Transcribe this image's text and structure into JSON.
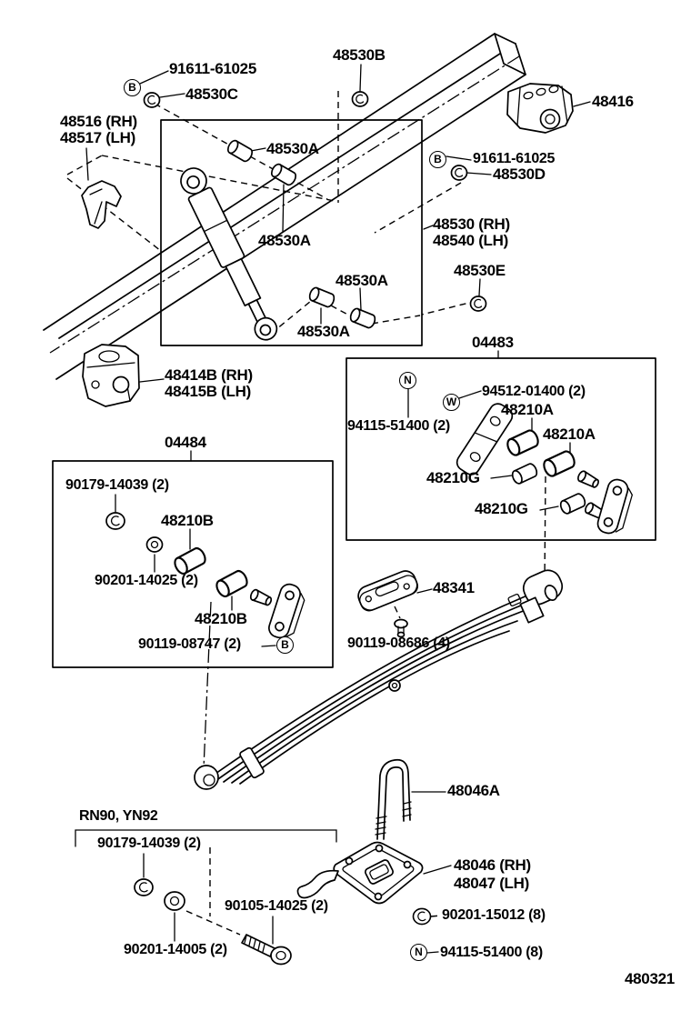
{
  "page": {
    "code_label": "480321",
    "ink": "#000000",
    "paper": "#ffffff"
  },
  "callouts": {
    "b": "B",
    "n": "N",
    "w": "W"
  },
  "labels": [
    {
      "id": "bolt-91611-top",
      "text": "91611-61025"
    },
    {
      "id": "part-48530B",
      "text": "48530B"
    },
    {
      "id": "part-48530C",
      "text": "48530C"
    },
    {
      "id": "part-48516-rh",
      "text": "48516 (RH)"
    },
    {
      "id": "part-48517-lh",
      "text": "48517 (LH)"
    },
    {
      "id": "part-48530A-1",
      "text": "48530A"
    },
    {
      "id": "part-48416",
      "text": "48416"
    },
    {
      "id": "bolt-91611-2",
      "text": "91611-61025"
    },
    {
      "id": "part-48530D",
      "text": "48530D"
    },
    {
      "id": "part-48530-rh",
      "text": "48530 (RH)"
    },
    {
      "id": "part-48540-lh",
      "text": "48540 (LH)"
    },
    {
      "id": "part-48530A-2",
      "text": "48530A"
    },
    {
      "id": "part-48530E",
      "text": "48530E"
    },
    {
      "id": "part-48530A-3",
      "text": "48530A"
    },
    {
      "id": "part-48530A-4",
      "text": "48530A"
    },
    {
      "id": "assy-04483",
      "text": "04483"
    },
    {
      "id": "part-48414B-rh",
      "text": "48414B (RH)"
    },
    {
      "id": "part-48415B-lh",
      "text": "48415B (LH)"
    },
    {
      "id": "part-94512-01400",
      "text": "94512-01400 (2)"
    },
    {
      "id": "part-48210A-1",
      "text": "48210A"
    },
    {
      "id": "part-94115-51400-2",
      "text": "94115-51400 (2)"
    },
    {
      "id": "part-48210A-2",
      "text": "48210A"
    },
    {
      "id": "assy-04484",
      "text": "04484"
    },
    {
      "id": "part-48210G-1",
      "text": "48210G"
    },
    {
      "id": "part-90179-14039-1",
      "text": "90179-14039 (2)"
    },
    {
      "id": "part-48210G-2",
      "text": "48210G"
    },
    {
      "id": "part-48210B-1",
      "text": "48210B"
    },
    {
      "id": "part-90201-14025",
      "text": "90201-14025 (2)"
    },
    {
      "id": "part-48341",
      "text": "48341"
    },
    {
      "id": "part-48210B-2",
      "text": "48210B"
    },
    {
      "id": "part-90119-08747",
      "text": "90119-08747 (2)"
    },
    {
      "id": "part-90119-08686",
      "text": "90119-08686 (4)"
    },
    {
      "id": "part-48046A",
      "text": "48046A"
    },
    {
      "id": "section-rn90-yn92",
      "text": "RN90, YN92"
    },
    {
      "id": "part-90179-14039-2",
      "text": "90179-14039 (2)"
    },
    {
      "id": "part-48046-rh",
      "text": "48046 (RH)"
    },
    {
      "id": "part-48047-lh",
      "text": "48047 (LH)"
    },
    {
      "id": "part-90105-14025",
      "text": "90105-14025 (2)"
    },
    {
      "id": "part-90201-15012",
      "text": "90201-15012 (8)"
    },
    {
      "id": "part-90201-14005",
      "text": "90201-14005 (2)"
    },
    {
      "id": "part-94115-51400-8",
      "text": "94115-51400 (8)"
    },
    {
      "id": "page-code",
      "text": "480321"
    }
  ]
}
